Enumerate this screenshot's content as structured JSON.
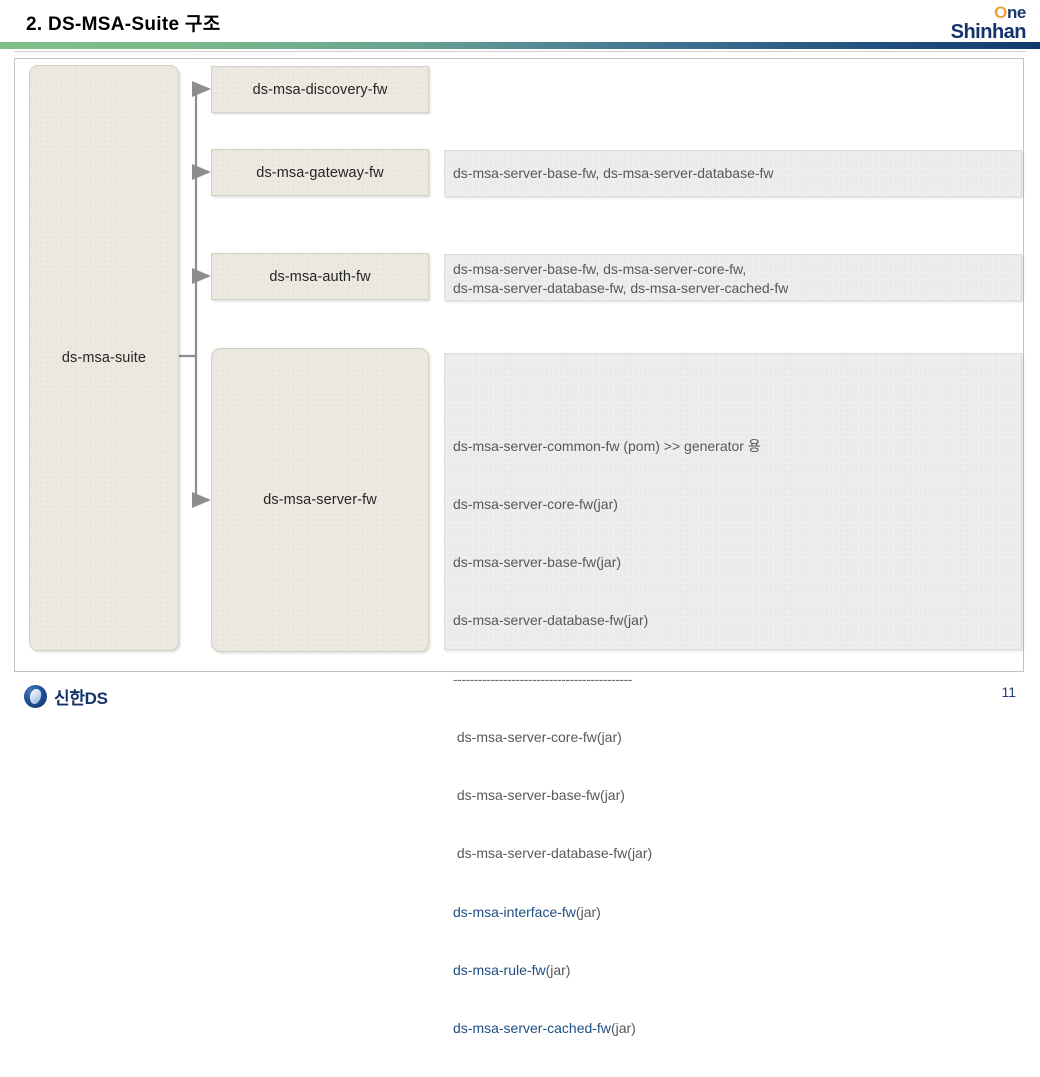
{
  "header": {
    "title": "2. DS-MSA-Suite 구조",
    "logo": {
      "one_o": "O",
      "one_rest": "ne",
      "shinhan": "Shinhan"
    }
  },
  "diagram": {
    "root_box": {
      "label": "ds-msa-suite"
    },
    "modules": [
      {
        "id": "discovery",
        "label": "ds-msa-discovery-fw"
      },
      {
        "id": "gateway",
        "label": "ds-msa-gateway-fw"
      },
      {
        "id": "auth",
        "label": "ds-msa-auth-fw"
      },
      {
        "id": "server",
        "label": "ds-msa-server-fw"
      }
    ],
    "panels": {
      "gateway": {
        "line1": "ds-msa-server-base-fw,  ds-msa-server-database-fw"
      },
      "auth": {
        "line1": "ds-msa-server-base-fw,  ds-msa-server-core-fw,",
        "line2": "ds-msa-server-database-fw,  ds-msa-server-cached-fw"
      },
      "server": {
        "line1": "ds-msa-server-common-fw (pom) >> generator 용",
        "line2": "ds-msa-server-core-fw(jar)",
        "line3": "ds-msa-server-base-fw(jar)",
        "line4": "ds-msa-server-database-fw(jar)",
        "separator": "-------------------------------------------",
        "line5": " ds-msa-server-core-fw(jar)",
        "line6": " ds-msa-server-base-fw(jar)",
        "line7": " ds-msa-server-database-fw(jar)",
        "line8_blue": "ds-msa-interface-fw",
        "line8_gray": "(jar)",
        "line9_blue": "ds-msa-rule-fw",
        "line9_gray": "(jar)",
        "line10_blue": "ds-msa-server-cached-fw",
        "line10_gray": "(jar)"
      }
    }
  },
  "footer": {
    "wordmark": "신한DS",
    "page_number": "11"
  },
  "colors": {
    "rule_start": "#7fc08a",
    "rule_end": "#123a6e",
    "beige_box": "#ece9e1",
    "gray_panel": "#eceded",
    "accent_blue": "#1f4e86",
    "brand_navy": "#14336b",
    "brand_orange": "#e8a33d"
  }
}
